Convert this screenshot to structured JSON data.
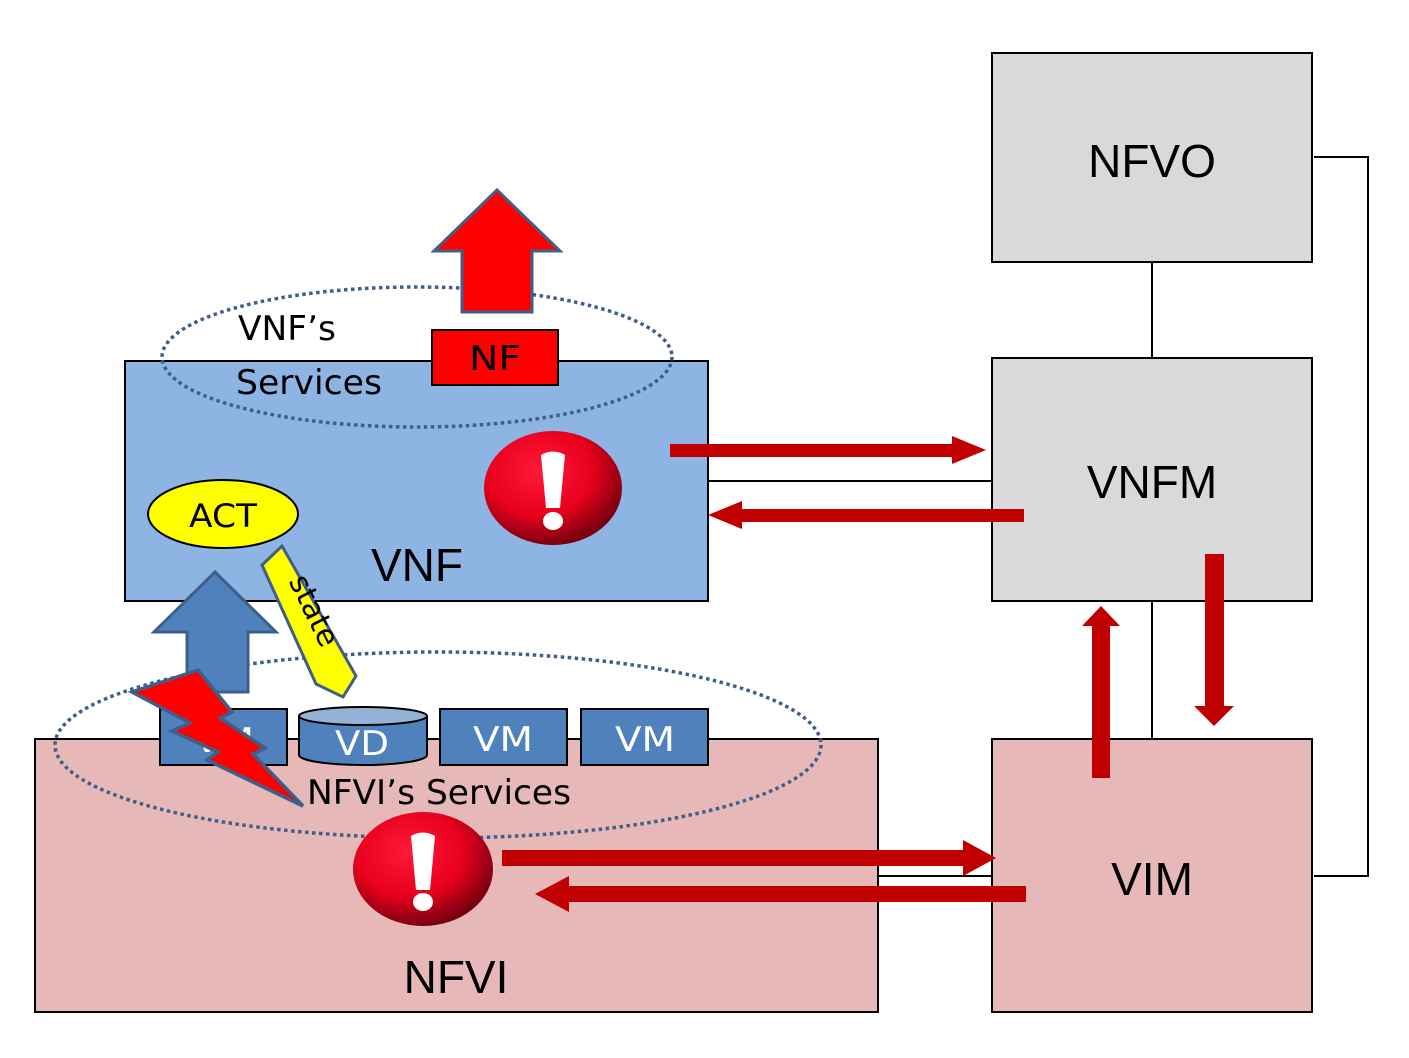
{
  "colors": {
    "vnf_fill": "#8EB4E3",
    "nfvi_fill": "#E6B9B8",
    "mano_fill": "#D9D9D9",
    "vim_fill": "#E6B9B8",
    "arrow_red": "#C00000",
    "nf_red": "#FF0000",
    "vm_blue": "#4F81BD",
    "yellow": "#FFFF00",
    "dotted": "#3F5F8A"
  },
  "blocks": {
    "nfvo": "NFVO",
    "vnfm": "VNFM",
    "vim": "VIM",
    "vnf": "VNF",
    "nfvi": "NFVI"
  },
  "vnf_area": {
    "services_line1": "VNF’s",
    "services_line2": "Services",
    "nf": "NF",
    "act": "ACT",
    "state": "state"
  },
  "nfvi_area": {
    "services": "NFVI’s Services",
    "vm_failed": "VM",
    "vd": "VD",
    "vm2": "VM",
    "vm3": "VM"
  },
  "icons": {
    "vnf_alarm": "exclamation-alarm",
    "nfvi_alarm": "exclamation-alarm",
    "failure": "lightning-bolt"
  }
}
